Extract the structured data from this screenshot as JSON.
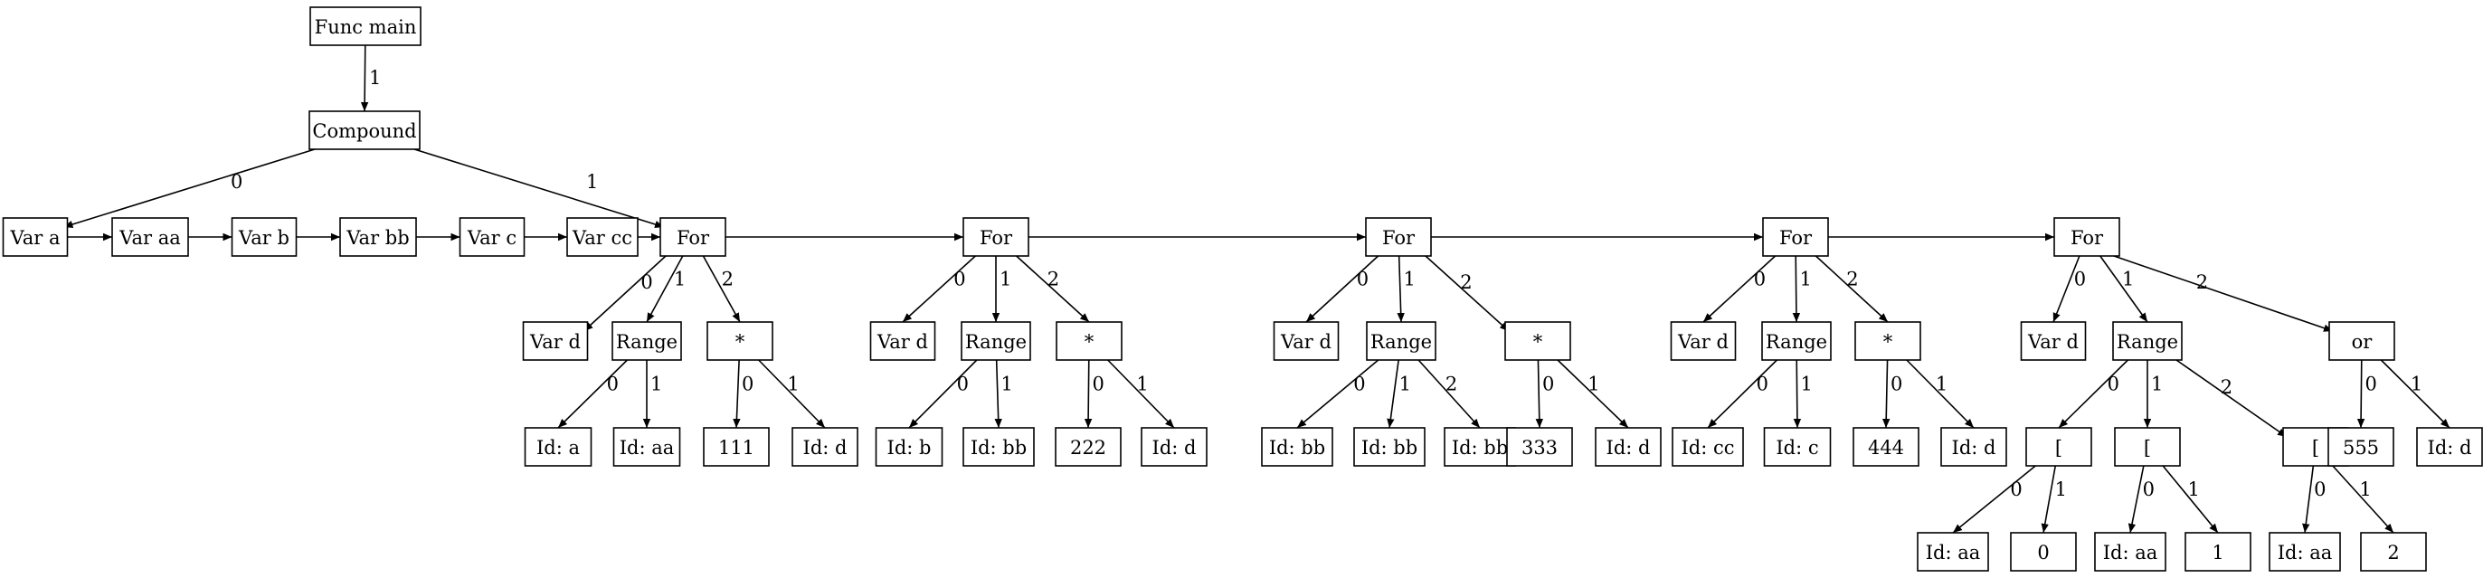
{
  "nodes": [
    {
      "id": "main",
      "label": "Func main"
    },
    {
      "id": "compound",
      "label": "Compound"
    },
    {
      "id": "vara",
      "label": "Var a"
    },
    {
      "id": "varaa",
      "label": "Var aa"
    },
    {
      "id": "varb",
      "label": "Var b"
    },
    {
      "id": "varbb",
      "label": "Var bb"
    },
    {
      "id": "varc",
      "label": "Var c"
    },
    {
      "id": "varcc",
      "label": "Var cc"
    },
    {
      "id": "for1",
      "label": "For"
    },
    {
      "id": "for2",
      "label": "For"
    },
    {
      "id": "for3",
      "label": "For"
    },
    {
      "id": "for4",
      "label": "For"
    },
    {
      "id": "for5",
      "label": "For"
    },
    {
      "id": "f1vd",
      "label": "Var d"
    },
    {
      "id": "f1rng",
      "label": "Range"
    },
    {
      "id": "f1mul",
      "label": "*"
    },
    {
      "id": "f1ida",
      "label": "Id: a"
    },
    {
      "id": "f1idaa",
      "label": "Id: aa"
    },
    {
      "id": "f1n",
      "label": "111"
    },
    {
      "id": "f1idd",
      "label": "Id: d"
    },
    {
      "id": "f2vd",
      "label": "Var d"
    },
    {
      "id": "f2rng",
      "label": "Range"
    },
    {
      "id": "f2mul",
      "label": "*"
    },
    {
      "id": "f2idb",
      "label": "Id: b"
    },
    {
      "id": "f2idbb",
      "label": "Id: bb"
    },
    {
      "id": "f2n",
      "label": "222"
    },
    {
      "id": "f2idd",
      "label": "Id: d"
    },
    {
      "id": "f3vd",
      "label": "Var d"
    },
    {
      "id": "f3rng",
      "label": "Range"
    },
    {
      "id": "f3mul",
      "label": "*"
    },
    {
      "id": "f3bb1",
      "label": "Id: bb"
    },
    {
      "id": "f3bb2",
      "label": "Id: bb"
    },
    {
      "id": "f3bb3",
      "label": "Id: bb"
    },
    {
      "id": "f3n",
      "label": "333"
    },
    {
      "id": "f3idd",
      "label": "Id: d"
    },
    {
      "id": "f4vd",
      "label": "Var d"
    },
    {
      "id": "f4rng",
      "label": "Range"
    },
    {
      "id": "f4mul",
      "label": "*"
    },
    {
      "id": "f4idcc",
      "label": "Id: cc"
    },
    {
      "id": "f4idc",
      "label": "Id: c"
    },
    {
      "id": "f4n",
      "label": "444"
    },
    {
      "id": "f4idd",
      "label": "Id: d"
    },
    {
      "id": "f5vd",
      "label": "Var d"
    },
    {
      "id": "f5rng",
      "label": "Range"
    },
    {
      "id": "f5or",
      "label": "or"
    },
    {
      "id": "f5b1",
      "label": "["
    },
    {
      "id": "f5b2",
      "label": "["
    },
    {
      "id": "f5b3",
      "label": "["
    },
    {
      "id": "f5n",
      "label": "555"
    },
    {
      "id": "f5idd",
      "label": "Id: d"
    },
    {
      "id": "b1aa",
      "label": "Id: aa"
    },
    {
      "id": "b1z",
      "label": "0"
    },
    {
      "id": "b2aa",
      "label": "Id: aa"
    },
    {
      "id": "b2o",
      "label": "1"
    },
    {
      "id": "b3aa",
      "label": "Id: aa"
    },
    {
      "id": "b3t",
      "label": "2"
    }
  ],
  "edges": [
    {
      "from": "main",
      "to": "compound",
      "label": "1"
    },
    {
      "from": "compound",
      "to": "vara",
      "label": "0"
    },
    {
      "from": "compound",
      "to": "for1",
      "label": "1"
    },
    {
      "from": "vara",
      "to": "varaa",
      "label": ""
    },
    {
      "from": "varaa",
      "to": "varb",
      "label": ""
    },
    {
      "from": "varb",
      "to": "varbb",
      "label": ""
    },
    {
      "from": "varbb",
      "to": "varc",
      "label": ""
    },
    {
      "from": "varc",
      "to": "varcc",
      "label": ""
    },
    {
      "from": "varcc",
      "to": "for1",
      "label": ""
    },
    {
      "from": "for1",
      "to": "for2",
      "label": ""
    },
    {
      "from": "for2",
      "to": "for3",
      "label": ""
    },
    {
      "from": "for3",
      "to": "for4",
      "label": ""
    },
    {
      "from": "for4",
      "to": "for5",
      "label": ""
    },
    {
      "from": "for1",
      "to": "f1vd",
      "label": "0"
    },
    {
      "from": "for1",
      "to": "f1rng",
      "label": "1"
    },
    {
      "from": "for1",
      "to": "f1mul",
      "label": "2"
    },
    {
      "from": "f1rng",
      "to": "f1ida",
      "label": "0"
    },
    {
      "from": "f1rng",
      "to": "f1idaa",
      "label": "1"
    },
    {
      "from": "f1mul",
      "to": "f1n",
      "label": "0"
    },
    {
      "from": "f1mul",
      "to": "f1idd",
      "label": "1"
    },
    {
      "from": "for2",
      "to": "f2vd",
      "label": "0"
    },
    {
      "from": "for2",
      "to": "f2rng",
      "label": "1"
    },
    {
      "from": "for2",
      "to": "f2mul",
      "label": "2"
    },
    {
      "from": "f2rng",
      "to": "f2idb",
      "label": "0"
    },
    {
      "from": "f2rng",
      "to": "f2idbb",
      "label": "1"
    },
    {
      "from": "f2mul",
      "to": "f2n",
      "label": "0"
    },
    {
      "from": "f2mul",
      "to": "f2idd",
      "label": "1"
    },
    {
      "from": "for3",
      "to": "f3vd",
      "label": "0"
    },
    {
      "from": "for3",
      "to": "f3rng",
      "label": "1"
    },
    {
      "from": "for3",
      "to": "f3mul",
      "label": "2"
    },
    {
      "from": "f3rng",
      "to": "f3bb1",
      "label": "0"
    },
    {
      "from": "f3rng",
      "to": "f3bb2",
      "label": "1"
    },
    {
      "from": "f3rng",
      "to": "f3bb3",
      "label": "2"
    },
    {
      "from": "f3mul",
      "to": "f3n",
      "label": "0"
    },
    {
      "from": "f3mul",
      "to": "f3idd",
      "label": "1"
    },
    {
      "from": "for4",
      "to": "f4vd",
      "label": "0"
    },
    {
      "from": "for4",
      "to": "f4rng",
      "label": "1"
    },
    {
      "from": "for4",
      "to": "f4mul",
      "label": "2"
    },
    {
      "from": "f4rng",
      "to": "f4idcc",
      "label": "0"
    },
    {
      "from": "f4rng",
      "to": "f4idc",
      "label": "1"
    },
    {
      "from": "f4mul",
      "to": "f4n",
      "label": "0"
    },
    {
      "from": "f4mul",
      "to": "f4idd",
      "label": "1"
    },
    {
      "from": "for5",
      "to": "f5vd",
      "label": "0"
    },
    {
      "from": "for5",
      "to": "f5rng",
      "label": "1"
    },
    {
      "from": "for5",
      "to": "f5or",
      "label": "2"
    },
    {
      "from": "f5rng",
      "to": "f5b1",
      "label": "0"
    },
    {
      "from": "f5rng",
      "to": "f5b2",
      "label": "1"
    },
    {
      "from": "f5rng",
      "to": "f5b3",
      "label": "2"
    },
    {
      "from": "f5b1",
      "to": "b1aa",
      "label": "0"
    },
    {
      "from": "f5b1",
      "to": "b1z",
      "label": "1"
    },
    {
      "from": "f5b2",
      "to": "b2aa",
      "label": "0"
    },
    {
      "from": "f5b2",
      "to": "b2o",
      "label": "1"
    },
    {
      "from": "f5b3",
      "to": "b3aa",
      "label": "0"
    },
    {
      "from": "f5b3",
      "to": "b3t",
      "label": "1"
    },
    {
      "from": "f5or",
      "to": "f5n",
      "label": "0"
    },
    {
      "from": "f5or",
      "to": "f5idd",
      "label": "1"
    }
  ]
}
